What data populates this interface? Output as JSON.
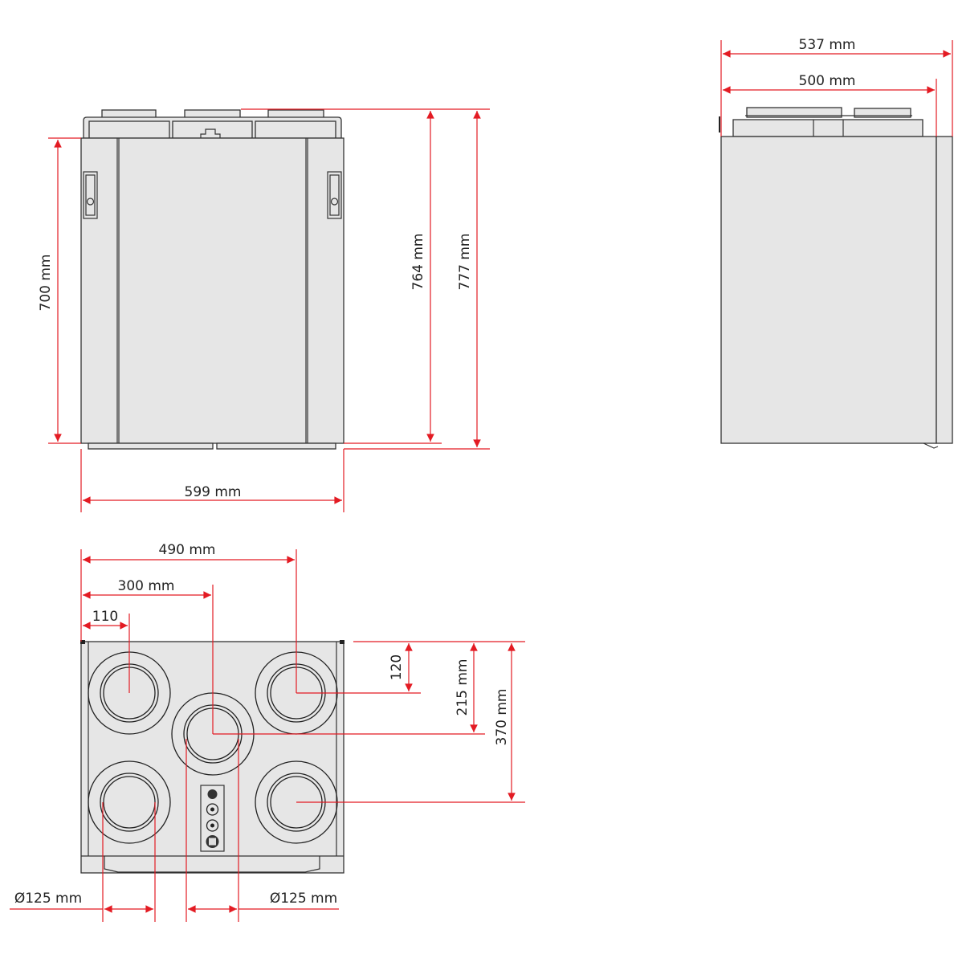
{
  "drawing": {
    "title": "Ventilation unit dimension drawing",
    "accent_color": "#e31b23",
    "front_view": {
      "height_body": "700 mm",
      "height_total_a": "764 mm",
      "height_total_b": "777 mm",
      "width": "599 mm"
    },
    "side_view": {
      "depth_total": "537 mm",
      "depth_body": "500 mm"
    },
    "top_view": {
      "offset_490": "490 mm",
      "offset_300": "300 mm",
      "offset_110": "110",
      "offset_120": "120",
      "offset_215": "215 mm",
      "offset_370": "370 mm",
      "duct_diameter_left": "Ø125 mm",
      "duct_diameter_right": "Ø125 mm"
    }
  }
}
